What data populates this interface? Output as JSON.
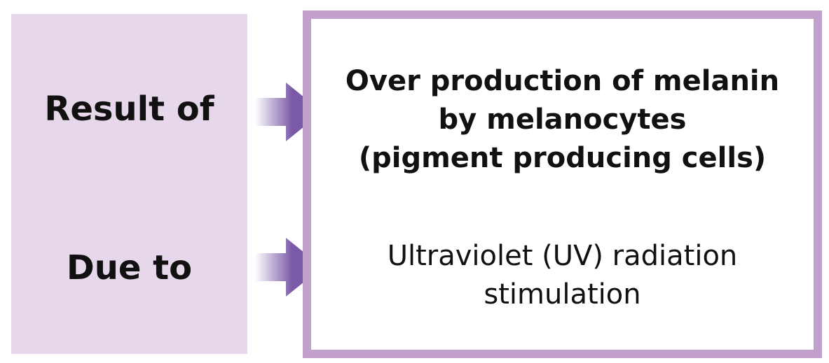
{
  "left_panel": {
    "result_label": "Result of",
    "due_label": "Due to"
  },
  "right_box": {
    "result_lines": [
      "Over production of melanin",
      "by melanocytes",
      "(pigment producing cells)"
    ],
    "due_lines": [
      "Ultraviolet (UV) radiation",
      "stimulation"
    ]
  },
  "colors": {
    "left_panel_fill": "#e6d8ea",
    "right_box_border": "#c2a0cc",
    "arrow_fill": "#7a5aa8"
  },
  "icons": {
    "connector": "arrow-right-icon"
  }
}
